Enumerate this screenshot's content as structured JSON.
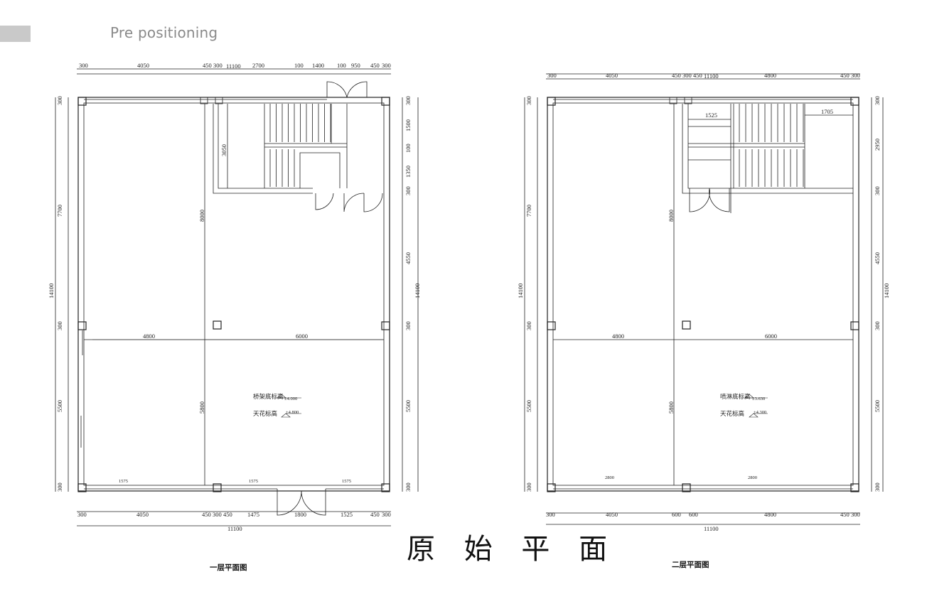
{
  "header": {
    "title": "Pre positioning"
  },
  "main_title": "原 始 平 面",
  "plan1": {
    "caption": "一层平面图",
    "top_dims": [
      "300",
      "4050",
      "450",
      "300",
      "11100",
      "2700",
      "100",
      "1400",
      "100",
      "950",
      "450",
      "300"
    ],
    "bottom_dims": [
      "300",
      "4050",
      "450",
      "300",
      "450",
      "1475",
      "1800",
      "1525",
      "450",
      "300"
    ],
    "bottom_total": "11100",
    "left_dims": [
      "300",
      "7700",
      "300",
      "5500",
      "300"
    ],
    "left_total": "14100",
    "right_dims": [
      "300",
      "1500",
      "100",
      "1350",
      "300",
      "4550",
      "300",
      "5500",
      "300"
    ],
    "right_total": "14100",
    "inner_span_left": "4800",
    "inner_span_right": "6000",
    "inner_v_upper": "8000",
    "inner_v_lower": "5800",
    "stair_dim": "3050",
    "level_bridge_label": "桥架底标高",
    "level_bridge_value": "±4.000",
    "level_ceiling_label": "天花标高",
    "level_ceiling_value": "±4.800",
    "window_tags": [
      "1575",
      "1575",
      "1575"
    ]
  },
  "plan2": {
    "caption": "二层平面图",
    "top_dims": [
      "300",
      "4050",
      "450",
      "300",
      "450",
      "11100",
      "4800",
      "450",
      "300"
    ],
    "bottom_dims": [
      "300",
      "4050",
      "600",
      "600",
      "4800",
      "450",
      "300"
    ],
    "bottom_total": "11100",
    "left_dims": [
      "300",
      "7700",
      "300",
      "5500",
      "300"
    ],
    "left_total": "14100",
    "right_dims": [
      "300",
      "2950",
      "300",
      "4550",
      "300",
      "5500",
      "300"
    ],
    "right_total": "14100",
    "inner_span_left": "4800",
    "inner_span_right": "6000",
    "inner_v_upper": "8000",
    "inner_v_lower": "5800",
    "stair_dim_a": "1525",
    "stair_dim_b": "1705",
    "level_sprinkler_label": "喷淋底标高",
    "level_sprinkler_value": "±3.630",
    "level_ceiling_label": "天花标高",
    "level_ceiling_value": "±4.300",
    "window_tags": [
      "2800",
      "2800"
    ]
  }
}
